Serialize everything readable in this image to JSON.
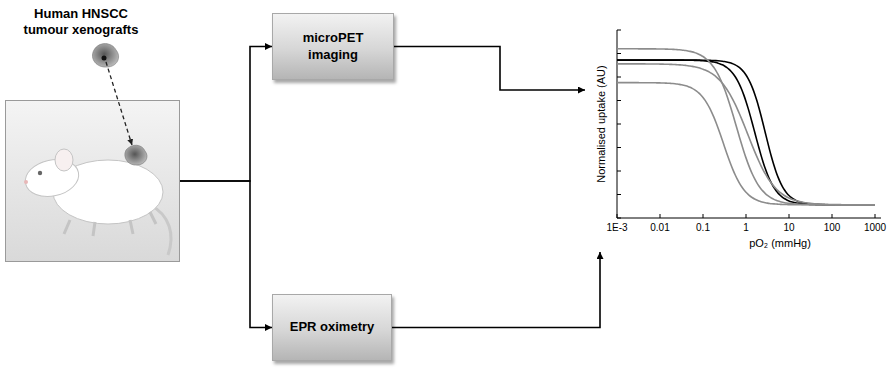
{
  "diagram": {
    "nodes": [
      {
        "text": [
          "Human HNSCC tumour xenografts"
        ]
      },
      {
        "text": [
          "microPET imaging"
        ]
      },
      {
        "text": [
          "EPR oximetry"
        ]
      },
      {
        "text": [
          "Normalised uptake (AU)",
          "pO₂ (mmHg)"
        ]
      }
    ],
    "edges": [
      {
        "from": 0,
        "to": 1,
        "arrow": "to"
      },
      {
        "from": 0,
        "to": 2,
        "arrow": "to"
      },
      {
        "from": 1,
        "to": 3,
        "arrow": "to"
      },
      {
        "from": 2,
        "to": 3,
        "arrow": "to"
      }
    ],
    "labels": [
      "1E-3",
      "0.01",
      "0.1",
      "1",
      "10",
      "100",
      "1000"
    ]
  }
}
